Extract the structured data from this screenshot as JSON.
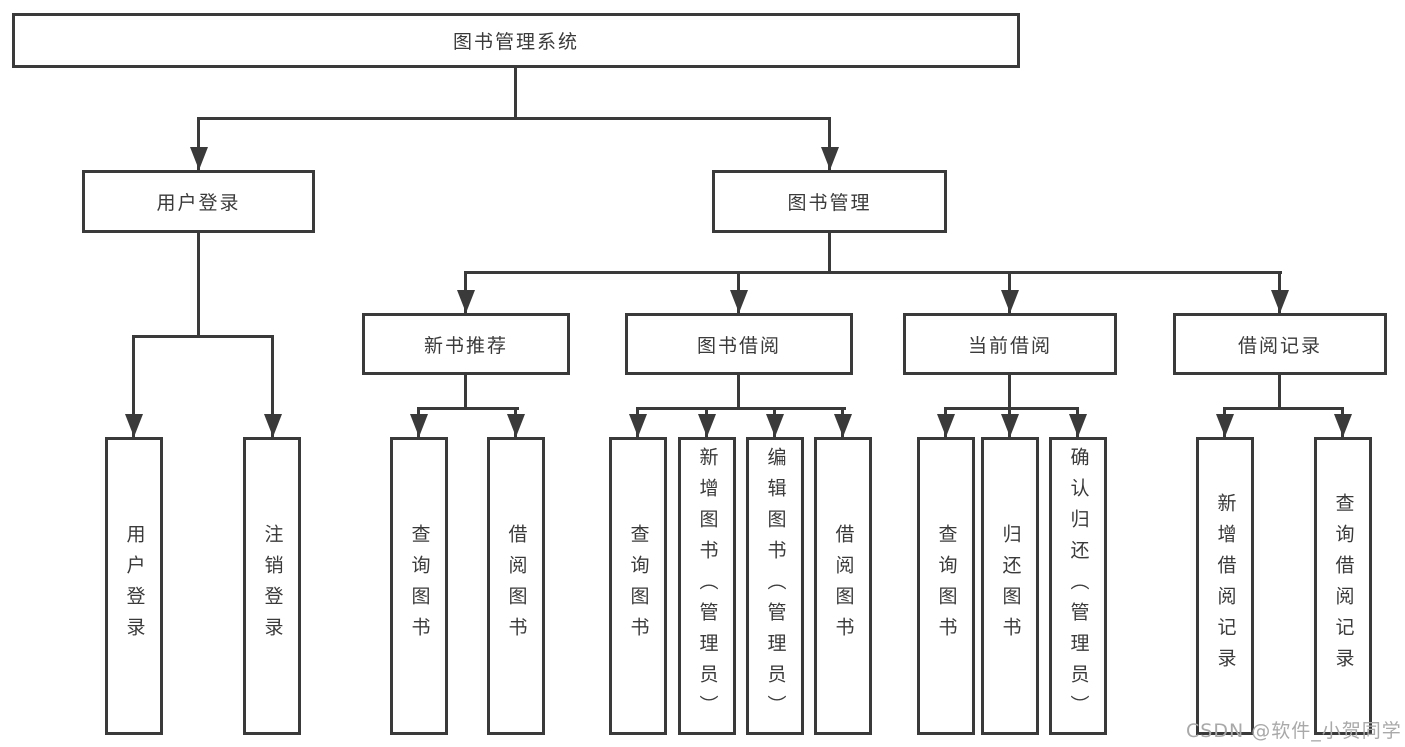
{
  "tree": {
    "root": {
      "label": "图书管理系统"
    },
    "children": [
      {
        "label": "用户登录",
        "children": [
          {
            "label": "用户登录"
          },
          {
            "label": "注销登录"
          }
        ]
      },
      {
        "label": "图书管理",
        "children": [
          {
            "label": "新书推荐",
            "children": [
              {
                "label": "查询图书"
              },
              {
                "label": "借阅图书"
              }
            ]
          },
          {
            "label": "图书借阅",
            "children": [
              {
                "label": "查询图书"
              },
              {
                "label": "新增图书（管理员）"
              },
              {
                "label": "编辑图书（管理员）"
              },
              {
                "label": "借阅图书"
              }
            ]
          },
          {
            "label": "当前借阅",
            "children": [
              {
                "label": "查询图书"
              },
              {
                "label": "归还图书"
              },
              {
                "label": "确认归还（管理员）"
              }
            ]
          },
          {
            "label": "借阅记录",
            "children": [
              {
                "label": "新增借阅记录"
              },
              {
                "label": "查询借阅记录"
              }
            ]
          }
        ]
      }
    ]
  },
  "watermark": {
    "text": "CSDN @软件_小贺同学"
  },
  "colors": {
    "line": "#3a3a3a",
    "text": "#3a3a3a",
    "background": "#ffffff",
    "watermark": "#a9a9a9"
  }
}
